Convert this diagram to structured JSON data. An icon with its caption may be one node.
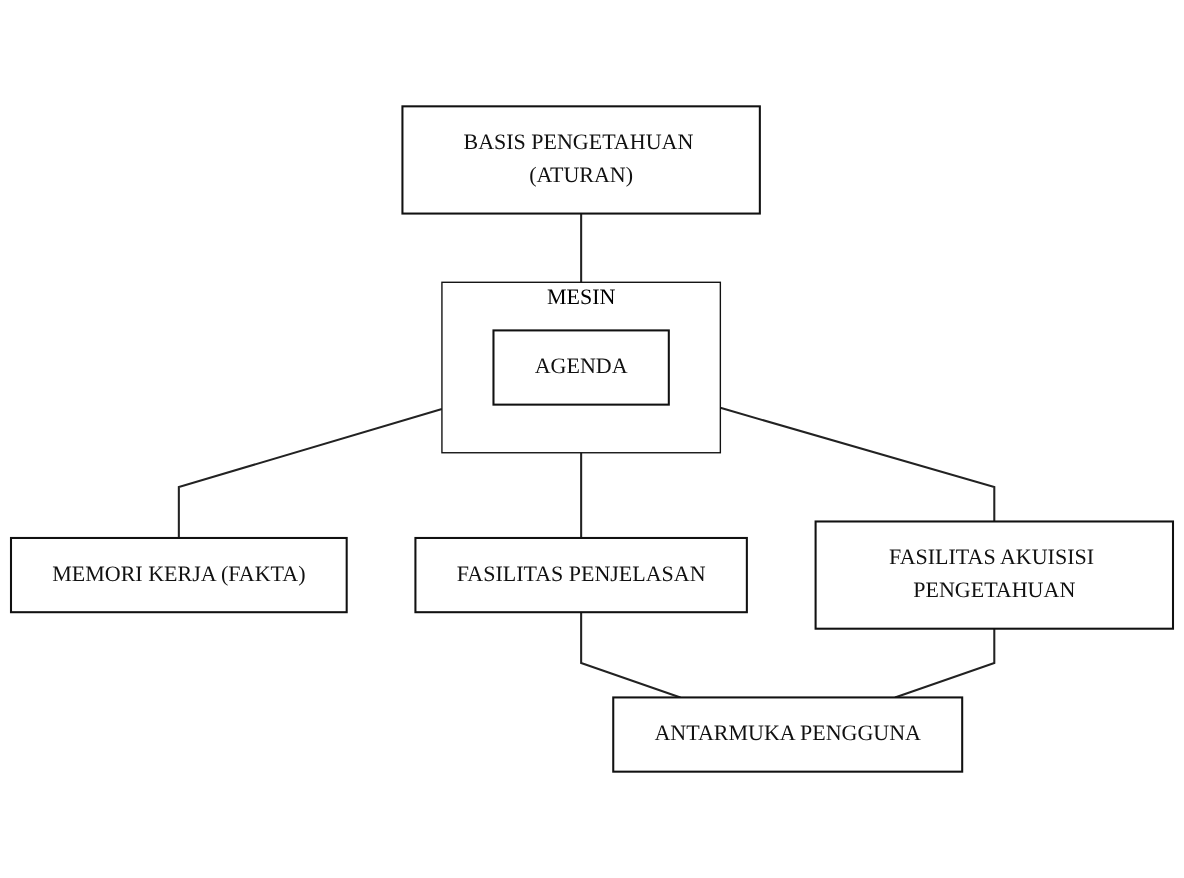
{
  "diagram": {
    "nodes": [
      {
        "text": [
          "BASIS PENGETAHUAN (ATURAN)"
        ]
      },
      {
        "text": [
          "MESIN"
        ]
      },
      {
        "text": [
          "AGENDA"
        ],
        "in": 1
      },
      {
        "text": [
          "MEMORI KERJA (FAKTA)"
        ]
      },
      {
        "text": [
          "FASILITAS PENJELASAN"
        ]
      },
      {
        "text": [
          "FASILITAS AKUISISI PENGETAHUAN"
        ]
      },
      {
        "text": [
          "ANTARMUKA PENGGUNA"
        ]
      }
    ],
    "edges": [
      {
        "from": 0,
        "to": 1,
        "arrow": "none"
      },
      {
        "from": 1,
        "to": 3,
        "arrow": "none"
      },
      {
        "from": 1,
        "to": 4,
        "arrow": "none"
      },
      {
        "from": 1,
        "to": 5,
        "arrow": "none"
      },
      {
        "from": 4,
        "to": 6,
        "arrow": "none"
      },
      {
        "from": 5,
        "to": 6,
        "arrow": "none"
      }
    ]
  }
}
